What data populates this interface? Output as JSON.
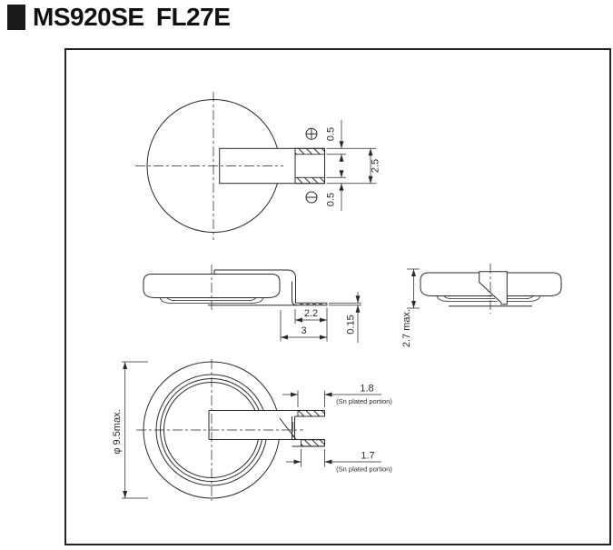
{
  "title": "MS920SE FL27E",
  "drawing": {
    "top_view": {
      "dim_positive_plating": "0.5",
      "dim_tab_width": "2.5",
      "dim_negative_plating": "0.5",
      "positive_symbol": "plus-terminal",
      "negative_symbol": "minus-terminal"
    },
    "side_view": {
      "dim_plated_length": "2.2",
      "dim_foot_length": "3",
      "dim_tab_thickness": "0.15"
    },
    "right_side_view": {
      "dim_max_height": "2.7 max."
    },
    "bottom_view": {
      "dim_max_diameter": "φ 9.5max.",
      "dim_positive_tab": "1.8",
      "note_positive_tab": "(Sn plated portion)",
      "dim_negative_tab": "1.7",
      "note_negative_tab": "(Sn plated portion)"
    }
  },
  "colors": {
    "line": "#2a2a2a",
    "title": "#111111",
    "background": "#ffffff"
  }
}
